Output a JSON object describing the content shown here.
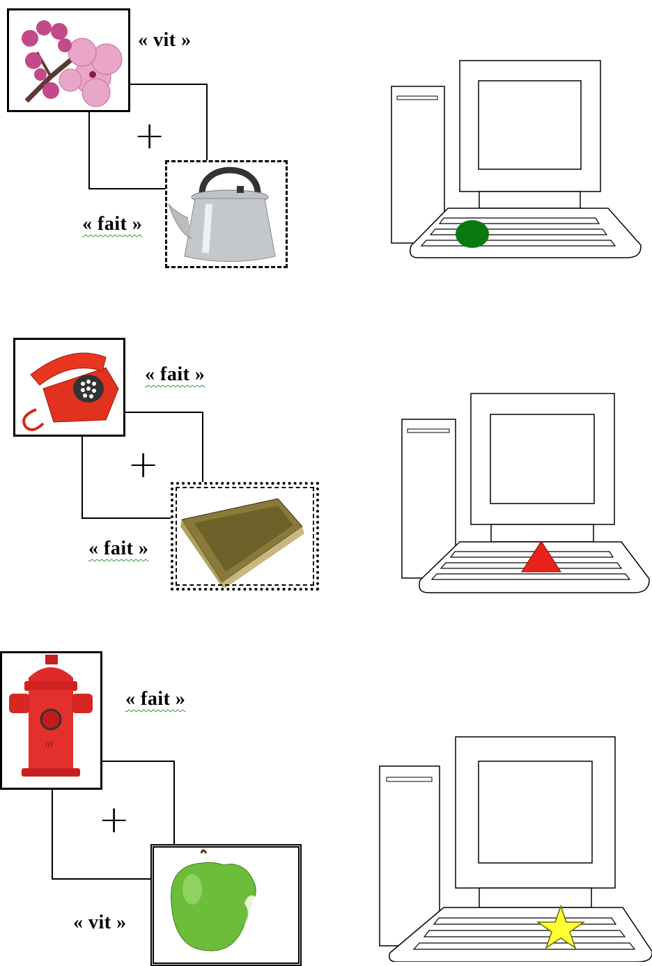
{
  "rows": [
    {
      "top_word": "« vit »",
      "bottom_word": "« fait »",
      "plus": "+",
      "top_image": "cherry-blossom",
      "bottom_image": "kettle",
      "computer_mark": {
        "shape": "circle",
        "color": "#0a7a10"
      }
    },
    {
      "top_word": "« fait »",
      "bottom_word": "« fait »",
      "plus": "+",
      "top_image": "red-telephone",
      "bottom_image": "old-books",
      "computer_mark": {
        "shape": "triangle",
        "color": "#e8231c"
      }
    },
    {
      "top_word": "« fait »",
      "bottom_word": "« vit »",
      "plus": "+",
      "top_image": "fire-hydrant",
      "bottom_image": "green-apple",
      "computer_mark": {
        "shape": "star",
        "color": "#ffff33"
      }
    }
  ],
  "hydrant_number": "07"
}
